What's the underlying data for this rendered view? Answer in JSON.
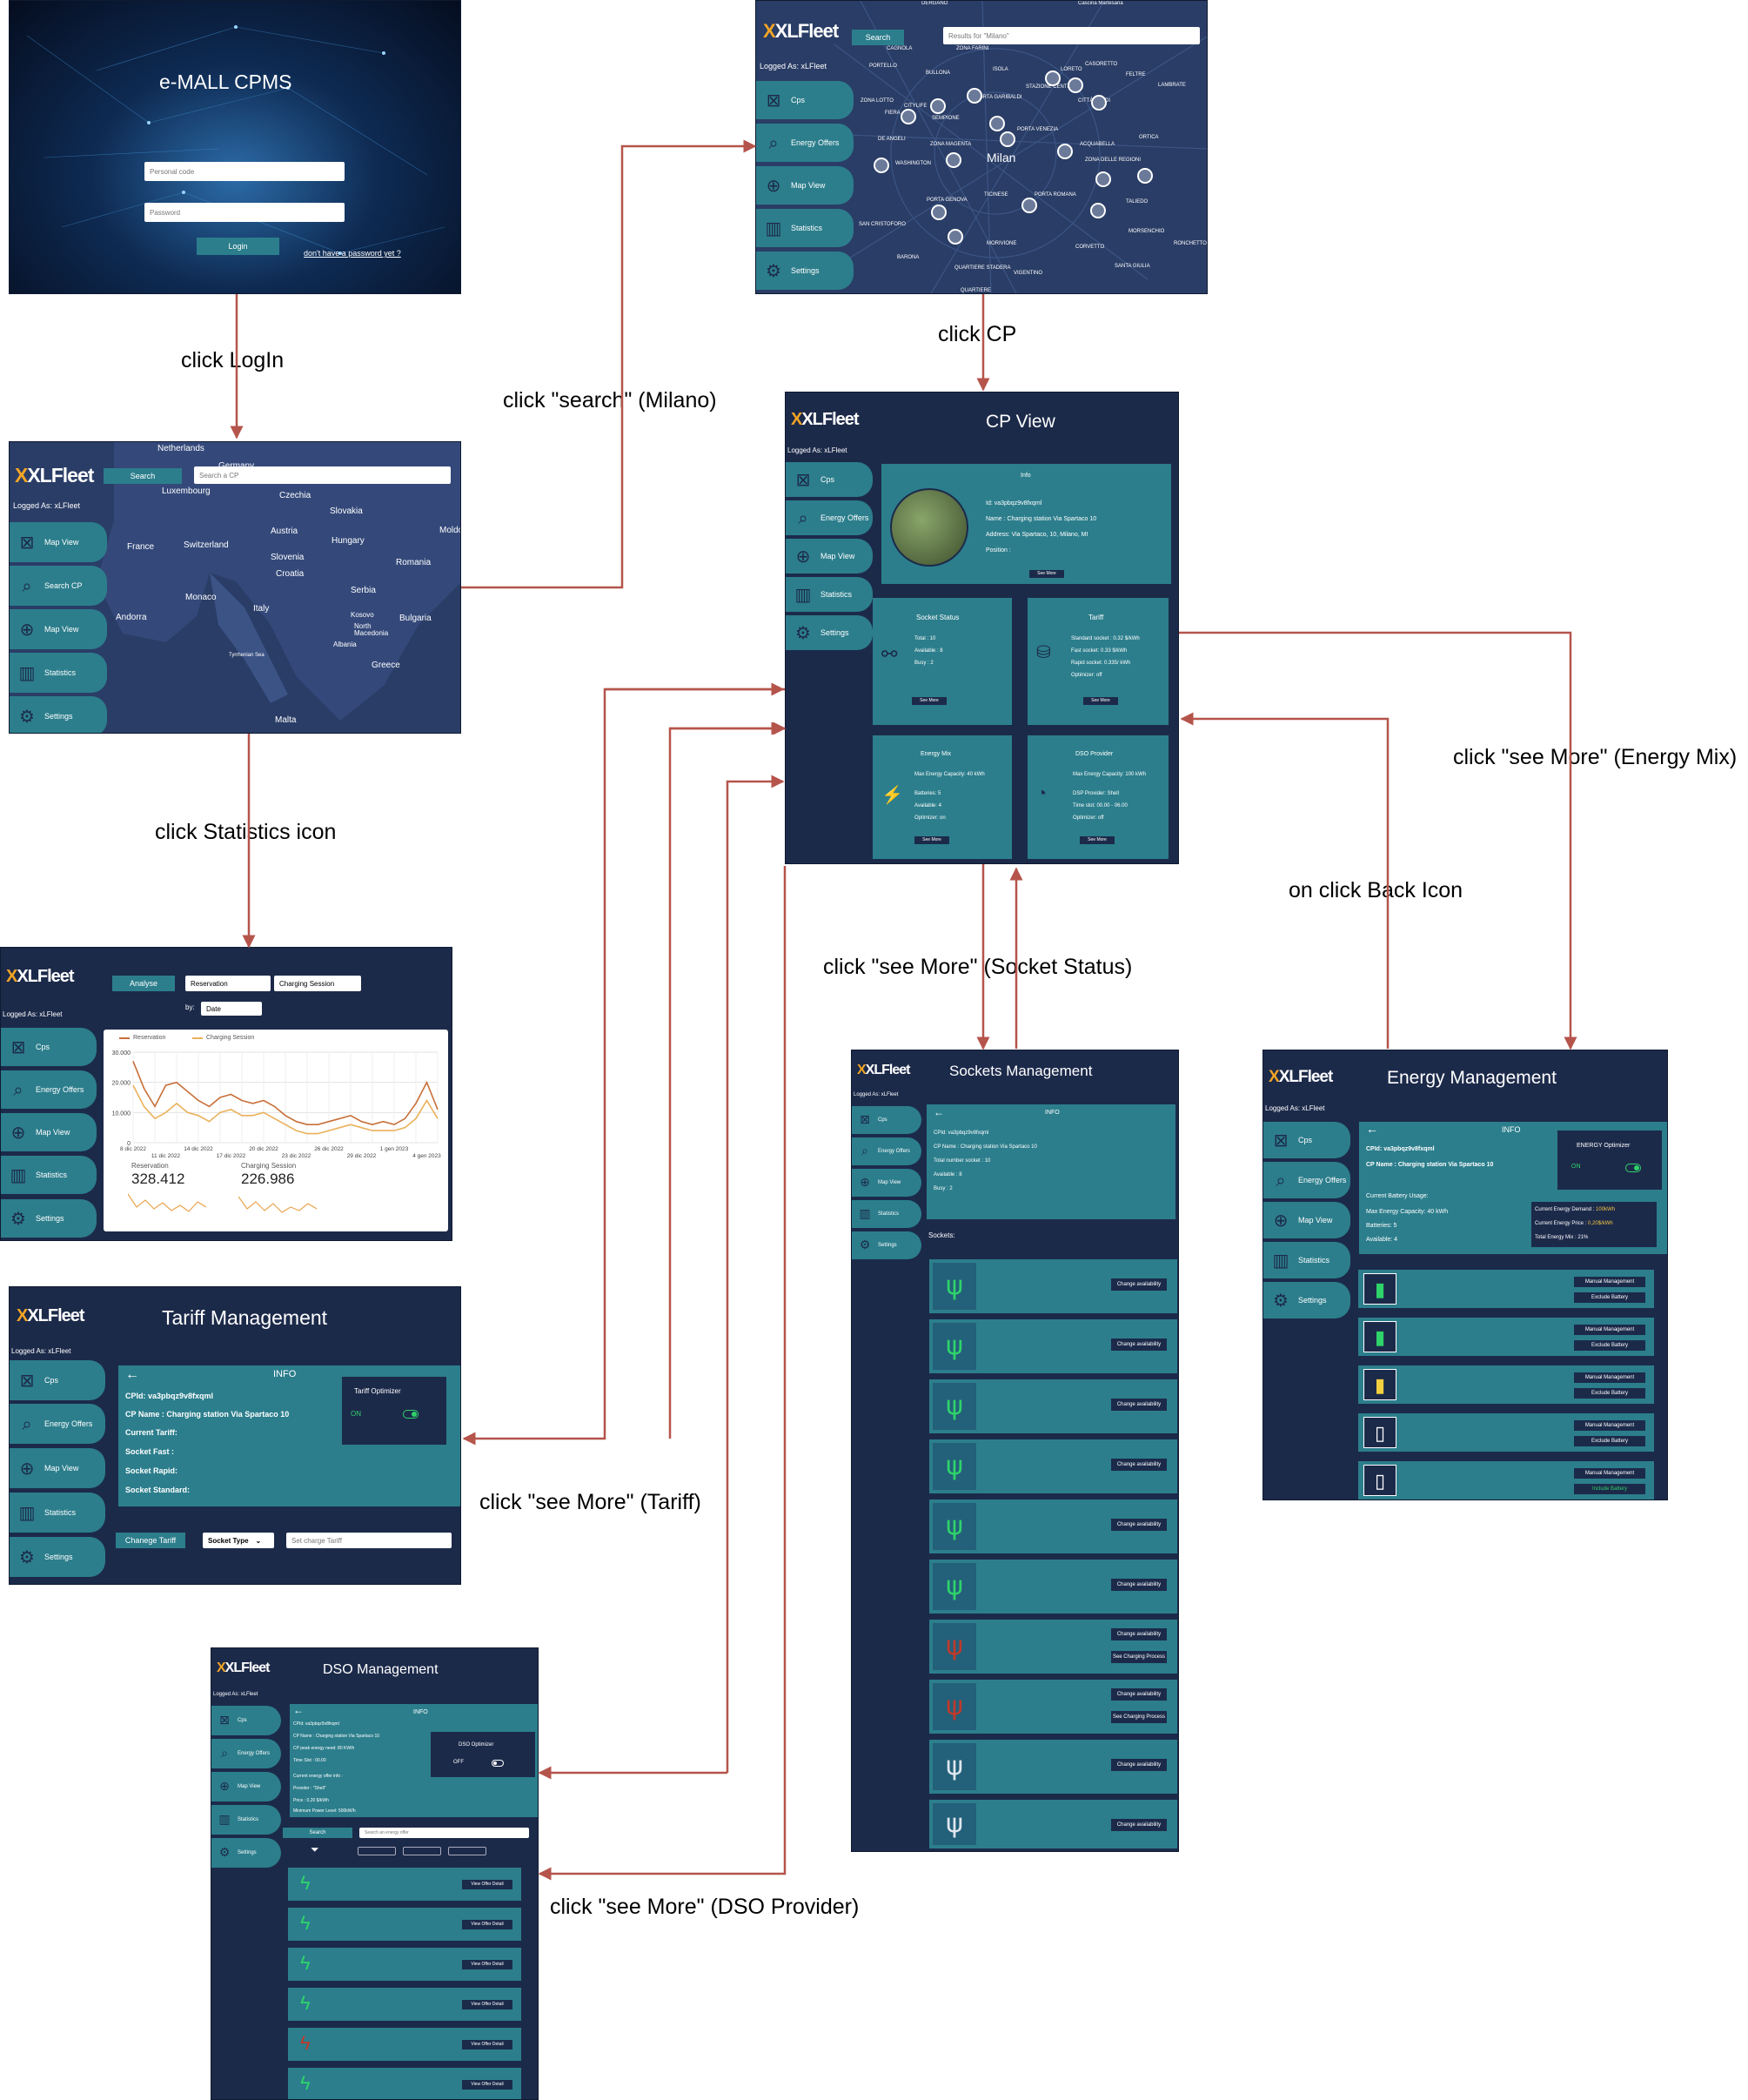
{
  "colors": {
    "bg": "#1c2a4a",
    "teal": "#2c7e8c",
    "arrow": "#b5544b",
    "orange": "#f4a524",
    "green": "#2fd36a",
    "red": "#c0392b"
  },
  "logo": "XLFleet",
  "logged_as": "Logged As: xLFleet",
  "login": {
    "title": "e-MALL CPMS",
    "personal_code_placeholder": "Personal code",
    "password_placeholder": "Password",
    "login_button": "Login",
    "forgot_link": "don't have a password yet ?"
  },
  "nav": {
    "cps": "Cps",
    "energy_offers": "Energy Offers",
    "map_view": "Map View",
    "statistics": "Statistics",
    "settings": "Settings",
    "search_cp": "Search CP"
  },
  "europe_map": {
    "search_button": "Search",
    "search_placeholder": "Search a CP",
    "countries": [
      "Netherlands",
      "Germany",
      "Luxembourg",
      "Czechia",
      "Slovakia",
      "France",
      "Switzerland",
      "Austria",
      "Hungary",
      "Moldo",
      "Slovenia",
      "Romania",
      "Croatia",
      "Monaco",
      "Serbia",
      "Italy",
      "Andorra",
      "Kosovo",
      "Bulgaria",
      "North Macedonia",
      "Albania",
      "Tyrrhenian Sea",
      "Greece",
      "Malta"
    ]
  },
  "milano_map": {
    "search_button": "Search",
    "search_value": "Results for \"Milano\"",
    "city": "Milan",
    "places": [
      "DERGANO",
      "Cascina Martesana",
      "CAGNOLA",
      "ZONA FARINI",
      "PORTELLO",
      "BULLONA",
      "ISOLA",
      "LORETO",
      "CASORETTO",
      "FELTRE",
      "STAZIONE CENTRALE",
      "LAMBRATE",
      "ZONA LOTTO",
      "PORTA GARIBALDI",
      "CITTÀ STUDI",
      "CITYLIFE",
      "SEMPIONE",
      "FIERA",
      "DE ANGELI",
      "PORTA VENEZIA",
      "ORTICA",
      "ZONA MAGENTA",
      "ACQUABELLA",
      "WASHINGTON",
      "ZONA DELLE REGIONI",
      "TICINESE",
      "PORTA ROMANA",
      "TALIEDO",
      "PORTA GENOVA",
      "SAN CRISTOFORO",
      "MORIVIONE",
      "CORVETTO",
      "MORSENCHIO",
      "RONCHETTO",
      "BARONA",
      "QUARTIERE STADERA",
      "VIGENTINO",
      "SANTA GIULIA",
      "QUARTIERE"
    ]
  },
  "cp_view": {
    "title": "CP View",
    "info_title": "Info",
    "id_line": "Id:  va3pbqz9v8fxqml",
    "name_line": "Name :  Charging station Via Spartaco 10",
    "address_line": "Address:  Via Spartaco, 10, Milano, MI",
    "position_line": "Position :",
    "see_more": "See More",
    "socket_status": {
      "title": "Socket Status",
      "lines": [
        "Total : 10",
        "Available : 8",
        "Busy : 2"
      ]
    },
    "tariff": {
      "title": "Tariff",
      "lines": [
        "Standard socket : 0.32 $/kWh",
        "Fast socket: 0.33 $/kWh",
        "Rapid socket: 0.335/ kWh",
        "Optimizer: off"
      ]
    },
    "energy_mix": {
      "title": "Energy Mix",
      "lines": [
        "Max Energy Capacity: 40 kWh",
        "Batteries: 5",
        "Available: 4",
        "Optimizer: on"
      ]
    },
    "dso": {
      "title": "DSO Provider",
      "lines": [
        "Max Energy Capacity: 100 kWh",
        "DSP Provider: Shell",
        "Time slot: 00.00 - 06.00",
        "Optimizer: off"
      ]
    }
  },
  "statistics": {
    "analyse_button": "Analyse",
    "reservation": "Reservation",
    "charging_session": "Charging Session",
    "by_label": "by:",
    "date_option": "Date",
    "legend": [
      "Reservation",
      "Charging Session"
    ],
    "y_ticks": [
      "30.000",
      "20.000",
      "10.000",
      "0"
    ],
    "x_ticks_top": [
      "8 dic 2022",
      "14 dic 2022",
      "20 dic 2022",
      "26 dic 2022",
      "1 gen 2023"
    ],
    "x_ticks_bottom": [
      "11 dic 2022",
      "17 dic 2022",
      "23 dic 2022",
      "29 dic 2022",
      "4 gen 2023"
    ],
    "kpi_reservation_label": "Reservation",
    "kpi_reservation_value": "328.412",
    "kpi_charging_label": "Charging Session",
    "kpi_charging_value": "226.986"
  },
  "chart_data": {
    "type": "line",
    "x": [
      "8 dic 2022",
      "9 dic",
      "10 dic",
      "11 dic 2022",
      "12 dic",
      "13 dic",
      "14 dic 2022",
      "15 dic",
      "16 dic",
      "17 dic 2022",
      "18 dic",
      "19 dic",
      "20 dic 2022",
      "21 dic",
      "22 dic",
      "23 dic 2022",
      "24 dic",
      "25 dic",
      "26 dic 2022",
      "27 dic",
      "28 dic",
      "29 dic 2022",
      "30 dic",
      "31 dic",
      "1 gen 2023",
      "2 gen",
      "3 gen",
      "4 gen 2023",
      "5 gen"
    ],
    "series": [
      {
        "name": "Reservation",
        "values": [
          27000,
          18000,
          12000,
          19000,
          20000,
          17000,
          14000,
          12000,
          15000,
          16000,
          14000,
          13000,
          14000,
          12000,
          9000,
          7000,
          6000,
          6000,
          7000,
          8000,
          9000,
          7000,
          6000,
          7000,
          6000,
          8000,
          13000,
          20000,
          11000
        ]
      },
      {
        "name": "Charging Session",
        "values": [
          19000,
          12000,
          8000,
          10000,
          13000,
          10000,
          9000,
          7000,
          10000,
          11000,
          9000,
          9000,
          10000,
          8000,
          6000,
          4000,
          3000,
          3000,
          4000,
          5000,
          6000,
          5000,
          4000,
          4000,
          4000,
          5000,
          8000,
          14000,
          8000
        ]
      }
    ],
    "ylim": [
      0,
      30000
    ]
  },
  "tariff_mgmt": {
    "title": "Tariff Management",
    "info_title": "INFO",
    "cpid_line": "CPId:   va3pbqz9v8fxqml",
    "cpname_line": "CP Name :   Charging station Via Spartaco 10",
    "current_tariff": "Current Tariff:",
    "socket_fast": "Socket Fast :",
    "socket_rapid": "Socket Rapid:",
    "socket_standard": "Socket Standard:",
    "optimizer_title": "Tariff Optimizer",
    "optimizer_state": "ON",
    "change_button": "Chanege Tariff",
    "socket_type": "Socket  Type",
    "set_tariff_placeholder": "Set charge Tariff"
  },
  "sockets_mgmt": {
    "title": "Sockets Management",
    "info_title": "INFO",
    "info_lines": [
      "CPId:   va3pbqz9v8fxqml",
      "CP Name :   Charging station Via Spartaco 10",
      "Total number socket : 10",
      "Available : 8",
      "Busy : 2"
    ],
    "sockets_label": "Sockets:",
    "change_availability": "Change availability",
    "see_charging_process": "See Charging Process"
  },
  "energy_mgmt": {
    "title": "Energy  Management",
    "info_title": "INFO",
    "cpid_line": "CPId:   va3pbqz9v8fxqml",
    "cpname_line": "CP Name :   Charging station Via Spartaco 10",
    "optimizer_title": "ENERGY  Optimizer",
    "optimizer_state": "ON",
    "current_battery": "Current Battery Usage:",
    "max_capacity": "Max Energy Capacity:  40 kWh",
    "batteries": "Batteries: 5",
    "available": "Available: 4",
    "current_demand": "Current Energy Demand :",
    "current_demand_value": "100kWh",
    "current_price": "Current Energy Price :",
    "current_price_value": "0,20$/kWh",
    "total_mix": "Total Energy Mix : 21%",
    "manual_management": "Manual Management",
    "exclude_battery": "Exclude Battery",
    "include_battery": "Include Battery"
  },
  "dso_mgmt": {
    "title": "DSO  Management",
    "info_title": "INFO",
    "info_lines": [
      "CPId:   va3pbqz9v8fxqml",
      "CP Name :   Charging station Via Spartaco 10",
      "CP peak energy need: 80 KW/h",
      "Time Slot : 00.00",
      "Current energy offer info :",
      "Provider :   \"Shell\"",
      "Price :   0,20 $/kWh",
      "Minimum Power Level: 500kW/h"
    ],
    "optimizer_title": "DSO Optimizer",
    "optimizer_state": "OFF",
    "search_button": "Search",
    "search_placeholder": "Search an energy offer",
    "view_offer": "View Offer Detail"
  },
  "arrows": {
    "login": "click LogIn",
    "search": "click \"search\" (Milano)",
    "cp": "click CP",
    "statistics": "click Statistics icon",
    "energy_mix": "click \"see More\" (Energy Mix)",
    "back": "on click Back Icon",
    "socket_status": "click \"see More\" (Socket Status)",
    "tariff": "click \"see More\" (Tariff)",
    "dso": "click \"see More\" (DSO Provider)"
  }
}
